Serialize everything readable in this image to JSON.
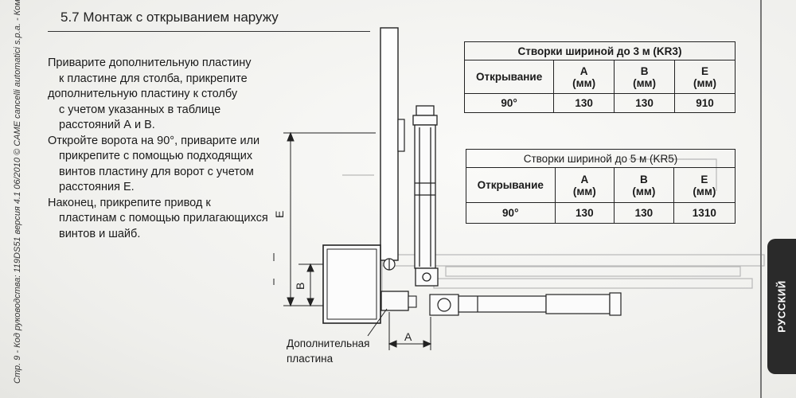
{
  "sidebar_text": "Стр. 9 - Код руководства: 119DS51 версия 4.1 06/2010 © CAME cancelli automatici s.p.a. - Комп",
  "heading": "5.7 Монтаж с открыванием наружу",
  "body_lines": [
    "Приварите дополнительную пластину",
    "к пластине для столба, прикрепите",
    "дополнительную пластину к столбу",
    "с учетом указанных в таблице",
    "расстояний А и В.",
    "Откройте ворота на 90°, приварите или",
    "прикрепите с помощью подходящих",
    "винтов пластину для ворот с учетом",
    "расстояния Е.",
    "Наконец, прикрепите привод к",
    "пластинам с помощью прилагающихся",
    "винтов и шайб."
  ],
  "table1": {
    "title": "Створки шириной до 3 м (KR3)",
    "col0": "Открывание",
    "cols": [
      [
        "A",
        "(мм)"
      ],
      [
        "B",
        "(мм)"
      ],
      [
        "E",
        "(мм)"
      ]
    ],
    "row": [
      "90°",
      "130",
      "130",
      "910"
    ]
  },
  "table2": {
    "title": "Створки шириной до 5 м (KR5)",
    "col0": "Открывание",
    "cols": [
      [
        "A",
        "(мм)"
      ],
      [
        "B",
        "(мм)"
      ],
      [
        "E",
        "(мм)"
      ]
    ],
    "row": [
      "90°",
      "130",
      "130",
      "1310"
    ]
  },
  "diagram": {
    "label_e": "E",
    "label_b": "B",
    "label_a": "A",
    "caption_line1": "Дополнительная",
    "caption_line2": "пластина"
  },
  "lang_tab": "РУССКИЙ"
}
